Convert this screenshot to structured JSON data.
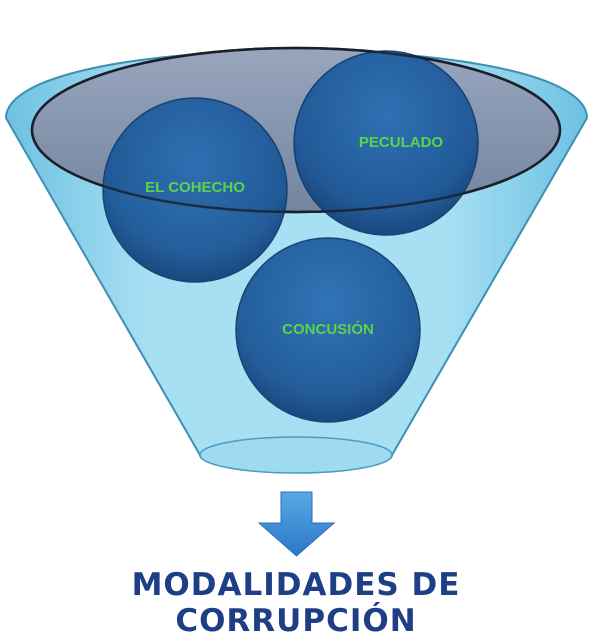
{
  "diagram": {
    "type": "funnel",
    "items": [
      {
        "label": "EL COHECHO"
      },
      {
        "label": "PECULADO"
      },
      {
        "label": "CONCUSIÓN"
      }
    ],
    "title_lines": [
      "MODALIDADES DE",
      "CORRUPCIÓN"
    ]
  },
  "colors": {
    "funnel_fill": "#8fd3ec",
    "funnel_stroke": "#3d8fb3",
    "rim_fill": "#8796ae",
    "rim_stroke": "#1b1f2a",
    "circle_fill": "#1e5a9b",
    "circle_dark": "#0f3d72",
    "label_text": "#5cd34a",
    "arrow_fill": "#3a8fd9",
    "title_text": "#1e3f86"
  }
}
